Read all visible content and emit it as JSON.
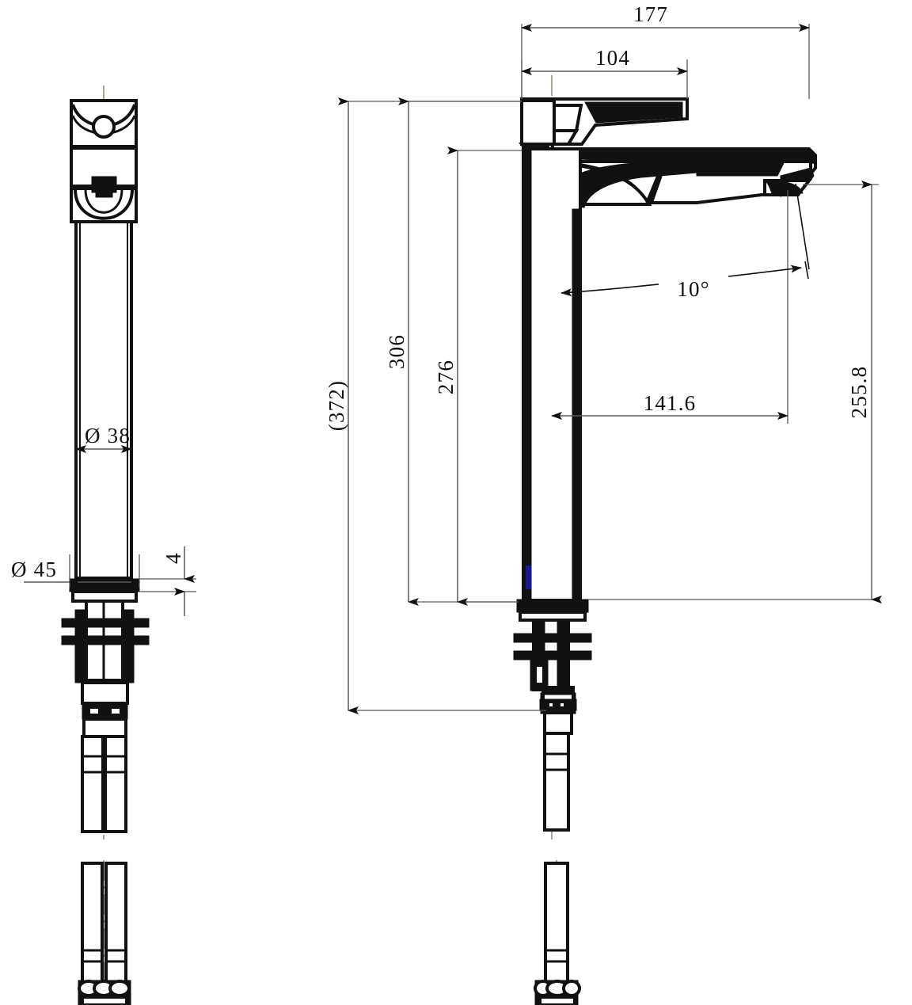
{
  "drawing": {
    "type": "engineering-dimension-drawing",
    "subject": "tall vessel basin mixer faucet",
    "units": "mm",
    "views": [
      {
        "name": "front-view",
        "position": "left"
      },
      {
        "name": "side-view",
        "position": "right"
      }
    ]
  },
  "dimensions": {
    "overall_width": "177",
    "handle_width": "104",
    "overall_height_reference": "(372)",
    "body_height": "306",
    "spout_height": "276",
    "spout_reach": "141.6",
    "spout_outlet_height": "255.8",
    "spout_angle": "10°",
    "body_diameter": "Ø 38",
    "base_diameter": "Ø 45",
    "base_thickness": "4"
  },
  "dimension_list": [
    {
      "id": "d-177",
      "label": "177",
      "orientation": "horizontal",
      "view": "side-view"
    },
    {
      "id": "d-104",
      "label": "104",
      "orientation": "horizontal",
      "view": "side-view"
    },
    {
      "id": "d-372",
      "label": "(372)",
      "orientation": "vertical",
      "view": "side-view"
    },
    {
      "id": "d-306",
      "label": "306",
      "orientation": "vertical",
      "view": "side-view"
    },
    {
      "id": "d-276",
      "label": "276",
      "orientation": "vertical",
      "view": "side-view"
    },
    {
      "id": "d-1416",
      "label": "141.6",
      "orientation": "horizontal",
      "view": "side-view"
    },
    {
      "id": "d-2558",
      "label": "255.8",
      "orientation": "vertical",
      "view": "side-view"
    },
    {
      "id": "d-angle",
      "label": "10°",
      "orientation": "angular",
      "view": "side-view"
    },
    {
      "id": "d-38",
      "label": "Ø 38",
      "orientation": "horizontal",
      "view": "front-view"
    },
    {
      "id": "d-45",
      "label": "Ø 45",
      "orientation": "horizontal",
      "view": "front-view"
    },
    {
      "id": "d-4",
      "label": "4",
      "orientation": "vertical",
      "view": "front-view"
    }
  ],
  "colors": {
    "line": "#111111",
    "dimension": "#5a5a5a",
    "centerline": "#9c8d77",
    "background": "#ffffff",
    "marker": "#1a1a8c"
  }
}
